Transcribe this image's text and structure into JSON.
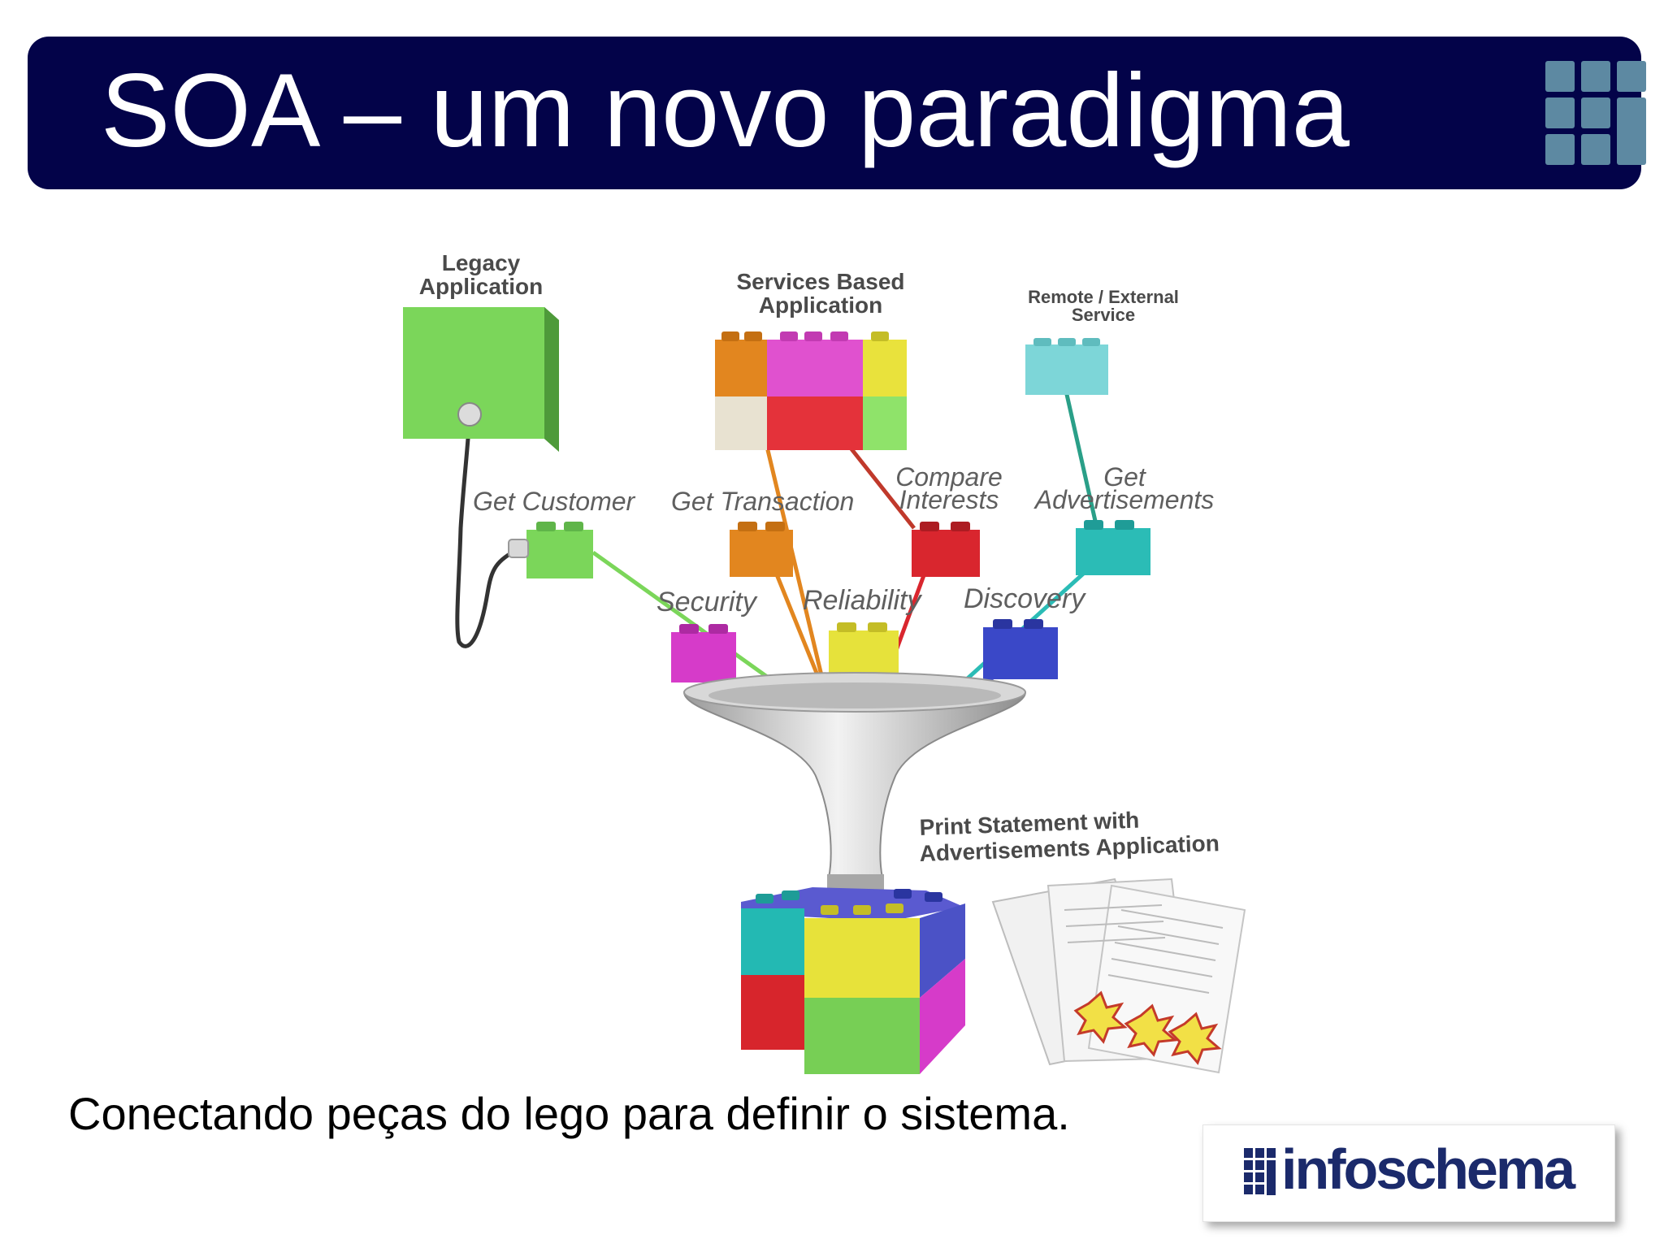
{
  "slide": {
    "title": "SOA – um novo paradigma",
    "caption": "Conectando peças do lego para definir o sistema."
  },
  "diagram": {
    "legacy": {
      "line1": "Legacy",
      "line2": "Application"
    },
    "services_app": {
      "line1": "Services Based",
      "line2": "Application"
    },
    "remote": {
      "line1": "Remote / External",
      "line2": "Service"
    },
    "get_customer": "Get Customer",
    "get_transaction": "Get Transaction",
    "compare": {
      "line1": "Compare",
      "line2": "Interests"
    },
    "get_ads": {
      "line1": "Get",
      "line2": "Advertisements"
    },
    "security": "Security",
    "reliability": "Reliability",
    "discovery": "Discovery",
    "print": {
      "line1": "Print Statement with",
      "line2": "Advertisements Application"
    }
  },
  "brand": {
    "name": "infoschema"
  },
  "colors": {
    "header_bg": "#030349",
    "brand_text": "#1b2a6b",
    "green": "#7bd65a",
    "orange": "#e2861f",
    "red": "#d9262e",
    "teal": "#2bbcb6",
    "magenta": "#d63bc9",
    "yellow": "#e6e23b",
    "blue": "#3a48c8"
  },
  "icons": [
    "grid-logo-icon",
    "funnel-icon",
    "lego-brick-icon",
    "document-icon"
  ]
}
